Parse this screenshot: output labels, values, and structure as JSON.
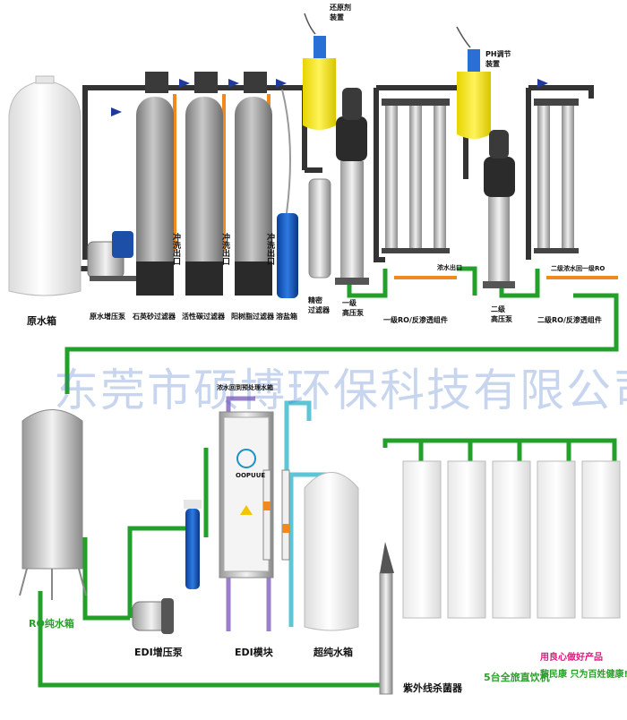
{
  "watermark": "东莞市硕博环保科技有限公司",
  "labels": {
    "raw_tank": "原水箱",
    "raw_pump": "原水增压泵",
    "quartz_filter": "石英砂过滤器",
    "carbon_filter": "活性碳过滤器",
    "resin_filter": "阳树脂过滤器",
    "brine_tank": "溶盐箱",
    "precision_filter": "精密\n过滤器",
    "hp_pump1": "一级\n高压泵",
    "ro1": "一级RO/反渗透组件",
    "hp_pump2": "二级\n高压泵",
    "ro2": "二级RO/反渗透组件",
    "reducer_title": "还原剂\n装置",
    "ph_title": "PH调节\n装置",
    "rinse_out": "冲洗出口",
    "conc_out": "浓水出口",
    "ro2_conc": "二级浓水回一级RO",
    "edi_conc": "浓水回到预处理水箱",
    "ro_tank": "RO纯水箱",
    "edi_pump": "EDI增压泵",
    "edi_module": "EDI模块",
    "up_tank": "超纯水箱",
    "uv": "紫外线杀菌器",
    "dispensers": "5台全旅直饮机",
    "slogan1": "用良心做好产品",
    "slogan2": "黎民康  只为百姓健康!",
    "brand": "OOPUUE"
  },
  "colors": {
    "pipe_dark": "#333333",
    "pipe_orange": "#f08a1e",
    "pipe_green": "#22a02a",
    "pipe_purple": "#9b7fc8",
    "pipe_cyan": "#5cc6d6",
    "arrow_blue": "#1e3a9a"
  }
}
